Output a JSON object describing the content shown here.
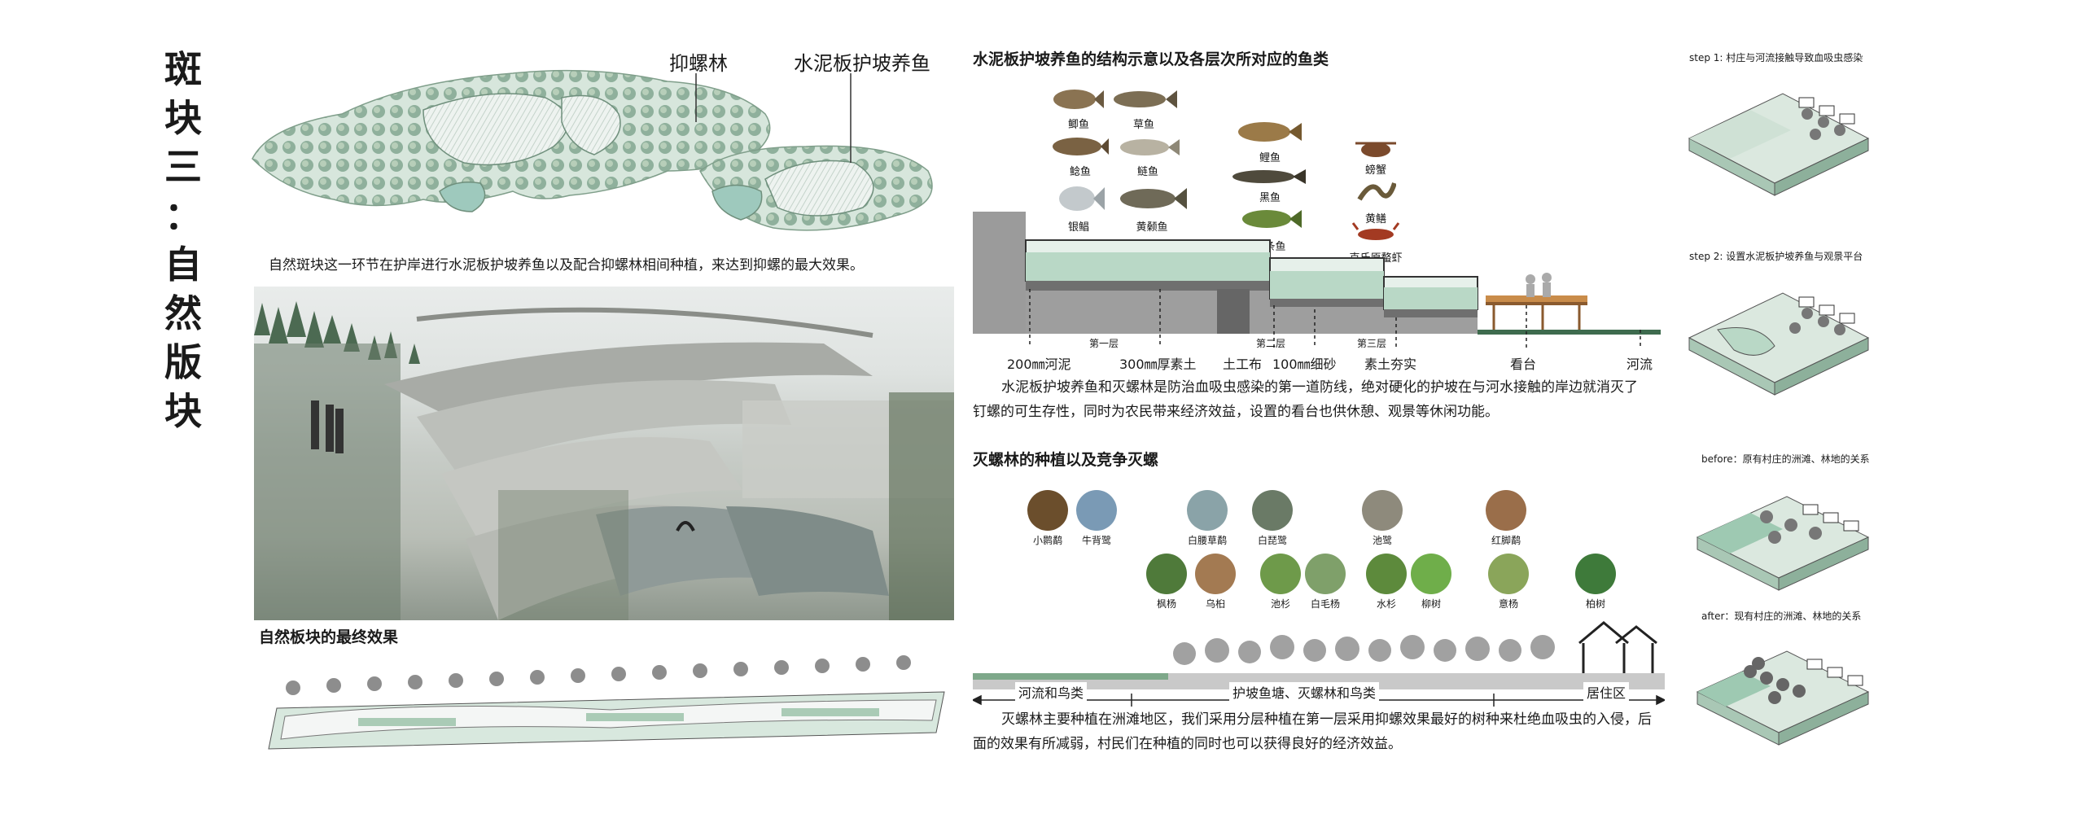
{
  "title": {
    "chars": [
      "斑",
      "块",
      "三",
      "：",
      "自",
      "然",
      "版",
      "块"
    ]
  },
  "map": {
    "label_left": "抑螺林",
    "label_right": "水泥板护坡养鱼"
  },
  "intro_caption": "自然斑块这一环节在护岸进行水泥板护坡养鱼以及配合抑螺林相间种植，来达到抑螺的最大效果。",
  "final_effect_title": "自然板块的最终效果",
  "section1": {
    "title": "水泥板护坡养鱼的结构示意以及各层次所对应的鱼类",
    "fish_group1": [
      "鲫鱼",
      "草鱼",
      "鲶鱼",
      "鲢鱼",
      "银鲳",
      "黄颡鱼"
    ],
    "fish_group2": [
      "鲤鱼",
      "黑鱼",
      "白条鱼"
    ],
    "fish_group3": [
      "螃蟹",
      "黄鳝",
      "克氏原螯虾"
    ],
    "layers": [
      "第一层",
      "第二层",
      "第三层"
    ],
    "bottom_labels": [
      "200㎜河泥",
      "300㎜厚素土",
      "土工布",
      "100㎜细砂",
      "素土夯实",
      "看台",
      "河流"
    ],
    "desc_line1": "水泥板护坡养鱼和灭螺林是防治血吸虫感染的第一道防线，绝对硬化的护坡在与河水接触的岸边就消灭了",
    "desc_line2": "钉螺的可生存性，同时为农民带来经济效益，设置的看台也供休憩、观景等休闲功能。"
  },
  "section2": {
    "title": "灭螺林的种植以及竞争灭螺",
    "birds": [
      "小鹮鹬",
      "牛背鹭",
      "白腰草鹬",
      "白琵鹭",
      "池鹭",
      "红脚鹬"
    ],
    "trees": [
      "枫杨",
      "乌桕",
      "池杉",
      "白毛杨",
      "水杉",
      "柳树",
      "意杨",
      "柏树"
    ],
    "zones": [
      "河流和鸟类",
      "护坡鱼塘、灭螺林和鸟类",
      "居住区"
    ],
    "desc_line1": "灭螺林主要种植在洲滩地区，我们采用分层种植在第一层采用抑螺效果最好的树种来杜绝血吸虫的入侵，后",
    "desc_line2": "面的效果有所减弱，村民们在种植的同时也可以获得良好的经济效益。"
  },
  "steps": [
    {
      "label": "step 1: 村庄与河流接触导致血吸虫感染"
    },
    {
      "label": "step 2: 设置水泥板护坡养鱼与观景平台"
    },
    {
      "label": "before：原有村庄的洲滩、林地的关系"
    },
    {
      "label": "after：现有村庄的洲滩、林地的关系"
    }
  ],
  "colors": {
    "green": "#a9c7b5",
    "dark": "#2b2b2b",
    "water": "#b6d6c8",
    "ground": "#9a9a9a"
  }
}
